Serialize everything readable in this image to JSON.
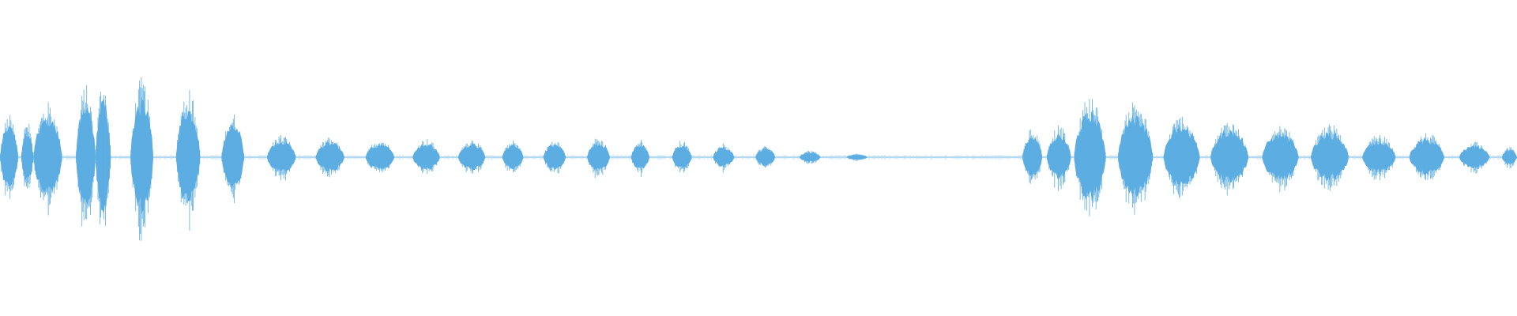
{
  "waveform": {
    "color": "#5dade2",
    "background": "#ffffff",
    "segments": [
      {
        "start": 0.0,
        "end": 0.012,
        "amp": 0.48
      },
      {
        "start": 0.014,
        "end": 0.022,
        "amp": 0.42
      },
      {
        "start": 0.022,
        "end": 0.041,
        "amp": 0.62
      },
      {
        "start": 0.05,
        "end": 0.063,
        "amp": 0.82
      },
      {
        "start": 0.063,
        "end": 0.073,
        "amp": 0.9
      },
      {
        "start": 0.086,
        "end": 0.101,
        "amp": 0.9
      },
      {
        "start": 0.116,
        "end": 0.132,
        "amp": 0.78
      },
      {
        "start": 0.146,
        "end": 0.161,
        "amp": 0.5
      },
      {
        "start": 0.176,
        "end": 0.195,
        "amp": 0.26
      },
      {
        "start": 0.208,
        "end": 0.227,
        "amp": 0.23
      },
      {
        "start": 0.241,
        "end": 0.26,
        "amp": 0.21
      },
      {
        "start": 0.272,
        "end": 0.29,
        "amp": 0.21
      },
      {
        "start": 0.302,
        "end": 0.32,
        "amp": 0.21
      },
      {
        "start": 0.331,
        "end": 0.345,
        "amp": 0.19
      },
      {
        "start": 0.358,
        "end": 0.373,
        "amp": 0.2
      },
      {
        "start": 0.387,
        "end": 0.402,
        "amp": 0.23
      },
      {
        "start": 0.416,
        "end": 0.428,
        "amp": 0.2
      },
      {
        "start": 0.443,
        "end": 0.456,
        "amp": 0.19
      },
      {
        "start": 0.47,
        "end": 0.484,
        "amp": 0.16
      },
      {
        "start": 0.498,
        "end": 0.511,
        "amp": 0.14
      },
      {
        "start": 0.527,
        "end": 0.541,
        "amp": 0.08
      },
      {
        "start": 0.558,
        "end": 0.572,
        "amp": 0.04
      },
      {
        "start": 0.674,
        "end": 0.687,
        "amp": 0.33
      },
      {
        "start": 0.69,
        "end": 0.706,
        "amp": 0.36
      },
      {
        "start": 0.708,
        "end": 0.729,
        "amp": 0.7
      },
      {
        "start": 0.737,
        "end": 0.76,
        "amp": 0.66
      },
      {
        "start": 0.767,
        "end": 0.791,
        "amp": 0.48
      },
      {
        "start": 0.798,
        "end": 0.823,
        "amp": 0.42
      },
      {
        "start": 0.832,
        "end": 0.856,
        "amp": 0.38
      },
      {
        "start": 0.864,
        "end": 0.889,
        "amp": 0.38
      },
      {
        "start": 0.898,
        "end": 0.92,
        "amp": 0.26
      },
      {
        "start": 0.929,
        "end": 0.952,
        "amp": 0.28
      },
      {
        "start": 0.962,
        "end": 0.982,
        "amp": 0.18
      },
      {
        "start": 0.99,
        "end": 1.0,
        "amp": 0.12
      }
    ]
  }
}
